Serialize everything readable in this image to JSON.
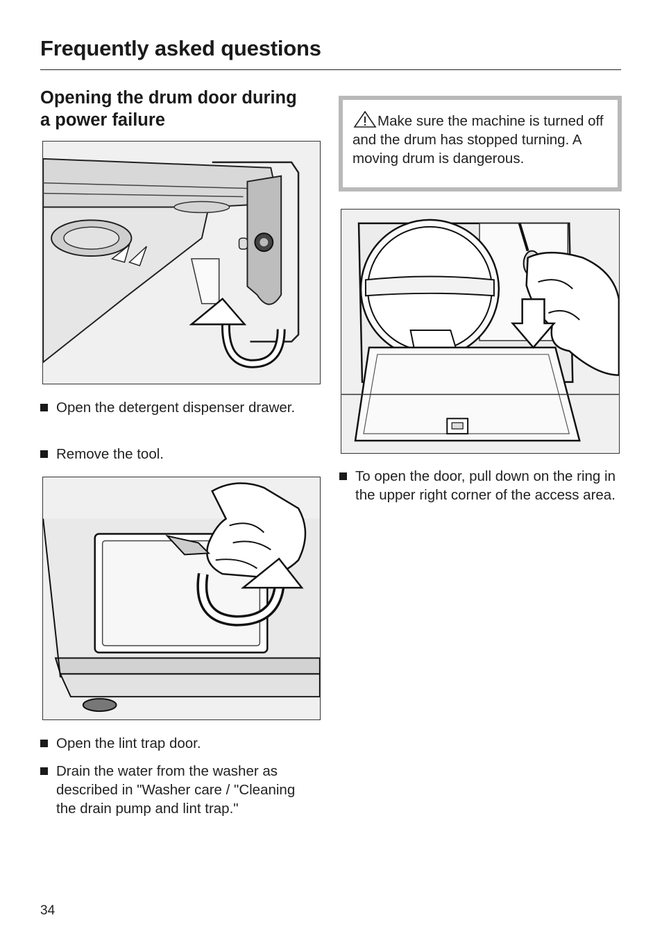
{
  "header": {
    "title": "Frequently asked questions"
  },
  "section": {
    "heading_line1": "Opening the drum door during",
    "heading_line2": "a power failure"
  },
  "left_column": {
    "steps_group1": [
      "Open the detergent dispenser drawer.",
      "Remove the tool."
    ],
    "steps_group2": [
      "Open the lint trap door.",
      "Drain the water from the washer as described in \"Washer care / \"Cleaning the drain pump and lint trap.\""
    ]
  },
  "right_column": {
    "warning": {
      "icon": "warning-triangle-icon",
      "text": "Make sure the machine is turned off and the drum has stopped turning. A moving drum is dangerous."
    },
    "steps": [
      "To open the door, pull down on the ring in the upper right corner of the access area."
    ]
  },
  "footer": {
    "page_number": "34"
  }
}
